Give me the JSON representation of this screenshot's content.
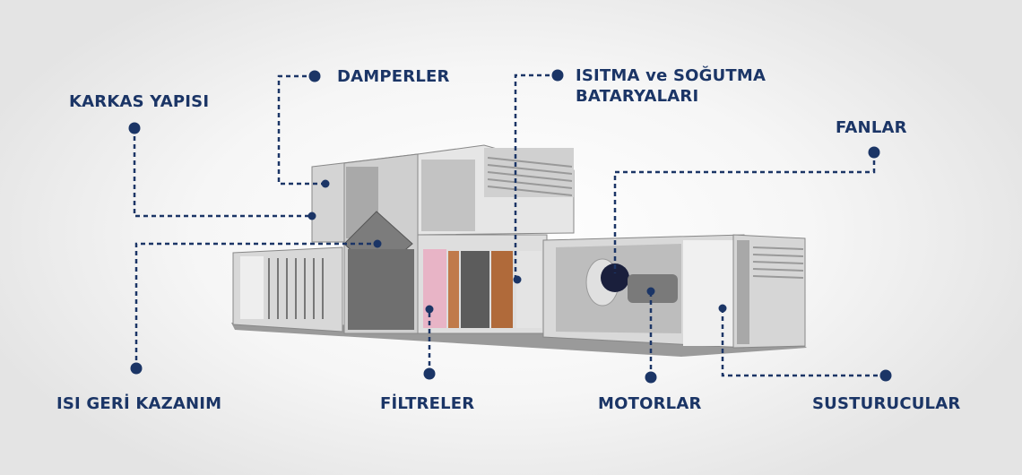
{
  "labels": {
    "damperler": "DAMPERLER",
    "karkas": "KARKAS YAPISI",
    "isitma_line1": "ISITMA ve SOĞUTMA",
    "isitma_line2": "BATARYALARI",
    "fanlar": "FANLAR",
    "isi_geri": "ISI GERİ KAZANIM",
    "filtreler": "FİLTRELER",
    "motorlar": "MOTORLAR",
    "susturucular": "SUSTURUCULAR"
  },
  "colors": {
    "accent": "#1b3566",
    "line_start": "#5bb89a"
  }
}
